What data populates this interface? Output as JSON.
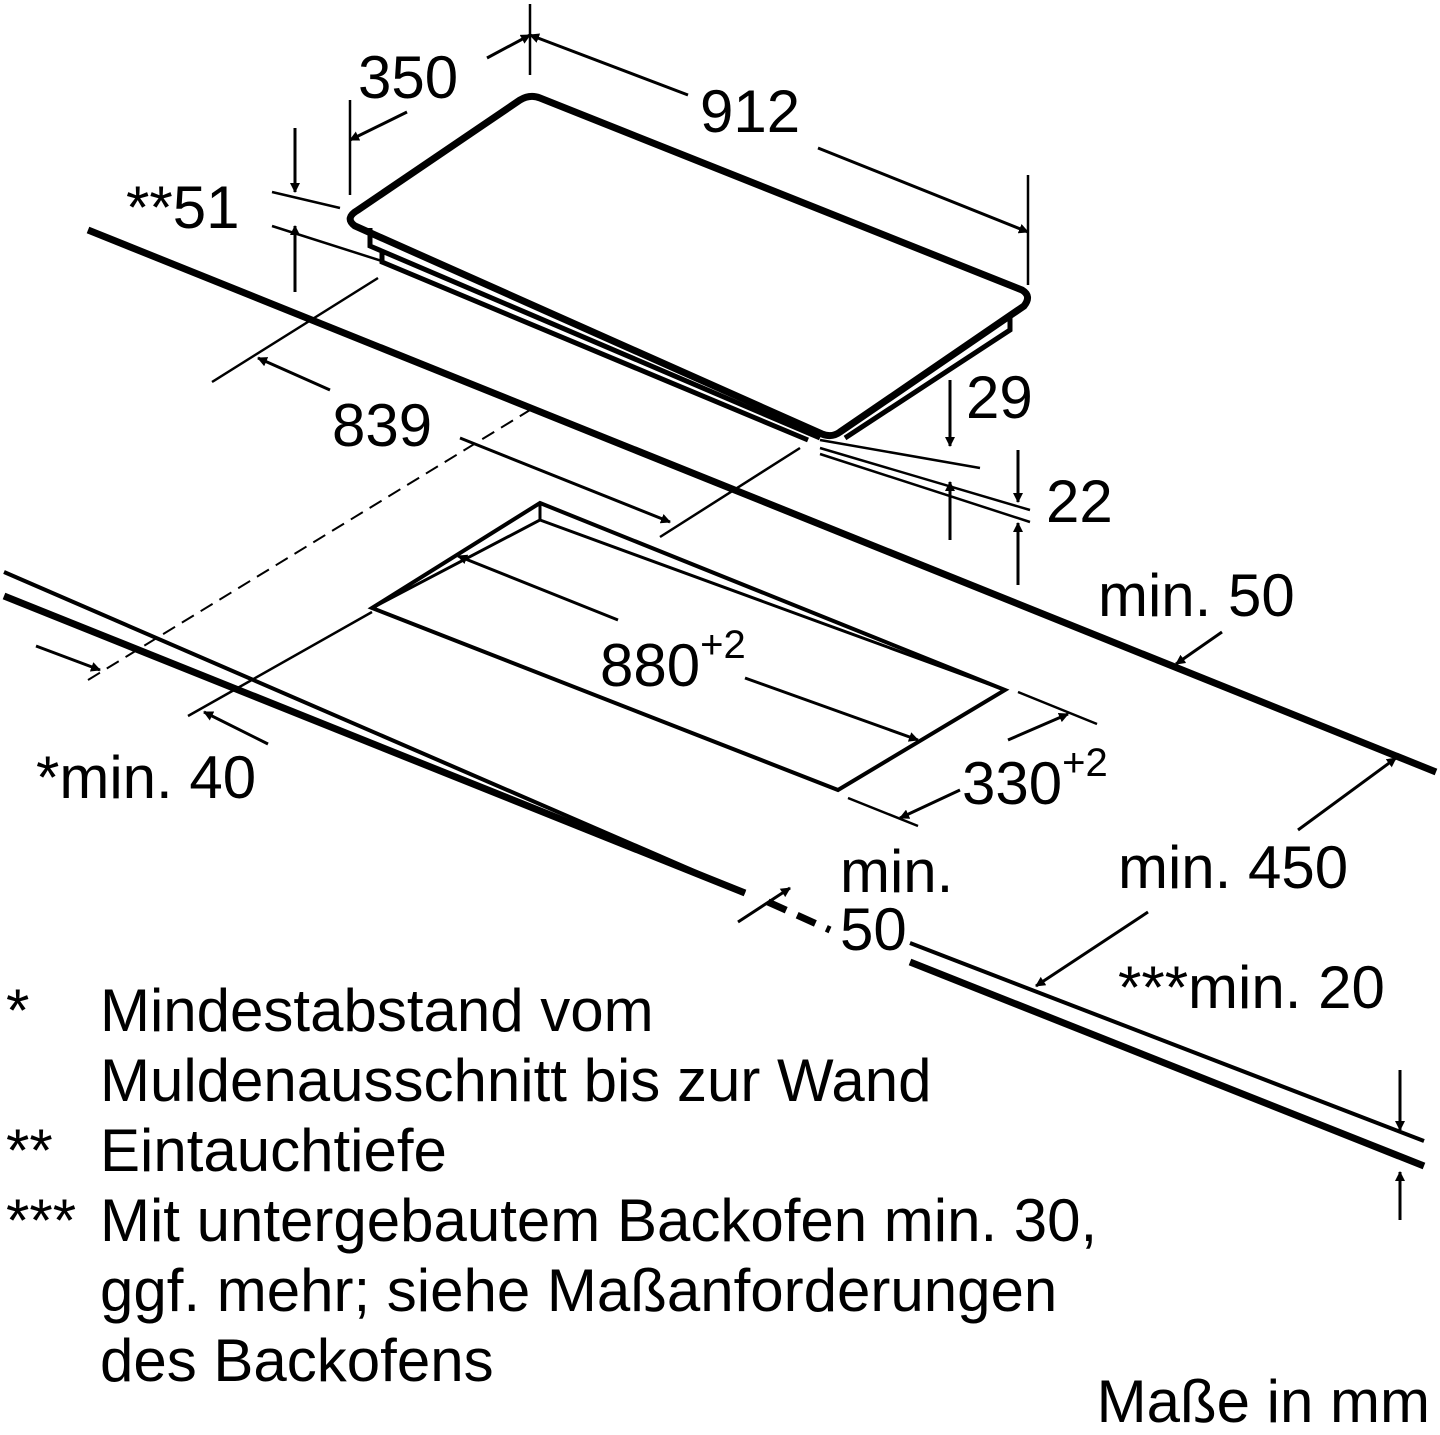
{
  "dimensions": {
    "d350": "350",
    "d912": "912",
    "d51": "**51",
    "d839": "839",
    "d29": "29",
    "d22": "22",
    "min50_top": "min. 50",
    "d880": "880",
    "d880_tol": "+2",
    "d330": "330",
    "d330_tol": "+2",
    "min40": "*min. 40",
    "min_label": "min.",
    "min_value": "50",
    "min450": "min. 450",
    "min20": "***min. 20"
  },
  "notes": [
    {
      "mark": "*",
      "lines": [
        "Mindestabstand vom",
        "Muldenausschnitt bis zur Wand"
      ]
    },
    {
      "mark": "**",
      "lines": [
        "Eintauchtiefe"
      ]
    },
    {
      "mark": "***",
      "lines": [
        "Mit untergebautem Backofen min. 30,",
        "ggf. mehr; siehe Maßanforderungen",
        "des Backofens"
      ]
    }
  ],
  "units": "Maße in mm"
}
